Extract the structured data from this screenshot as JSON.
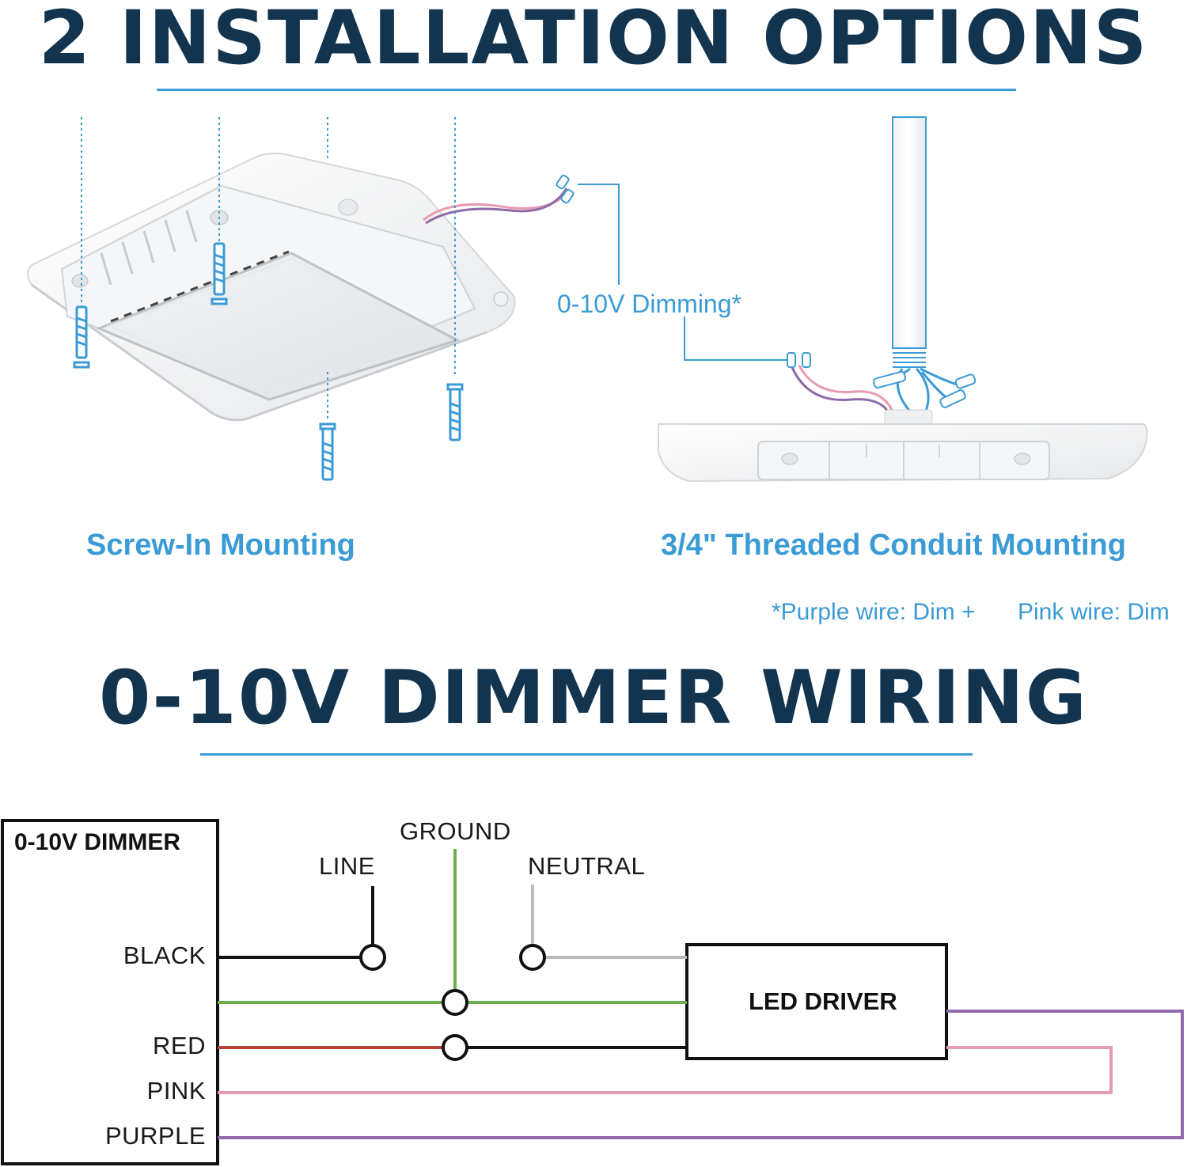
{
  "installation": {
    "title": "2 INSTALLATION OPTIONS",
    "option_1": "Screw-In Mounting",
    "option_2": "3/4\" Threaded Conduit Mounting",
    "dimming_label": "0-10V Dimming*",
    "wire_note_purple": "*Purple wire: Dim +",
    "wire_note_pink": "Pink wire: Dim"
  },
  "wiring": {
    "title": "0-10V DIMMER WIRING",
    "dimmer_title": "0-10V DIMMER",
    "dimmer_wires": [
      "BLACK",
      "RED",
      "PINK",
      "PURPLE"
    ],
    "line": "LINE",
    "ground": "GROUND",
    "neutral": "NEUTRAL",
    "driver": "LED DRIVER"
  },
  "colors": {
    "title": "#12344f",
    "accent": "#3a9bd5",
    "black_wire": "#111111",
    "green_wire": "#6ab04c",
    "red_wire": "#b5432f",
    "pink_wire": "#e79bb0",
    "purple_wire": "#8e6aa8",
    "neutral_wire": "#bbbbbb"
  }
}
